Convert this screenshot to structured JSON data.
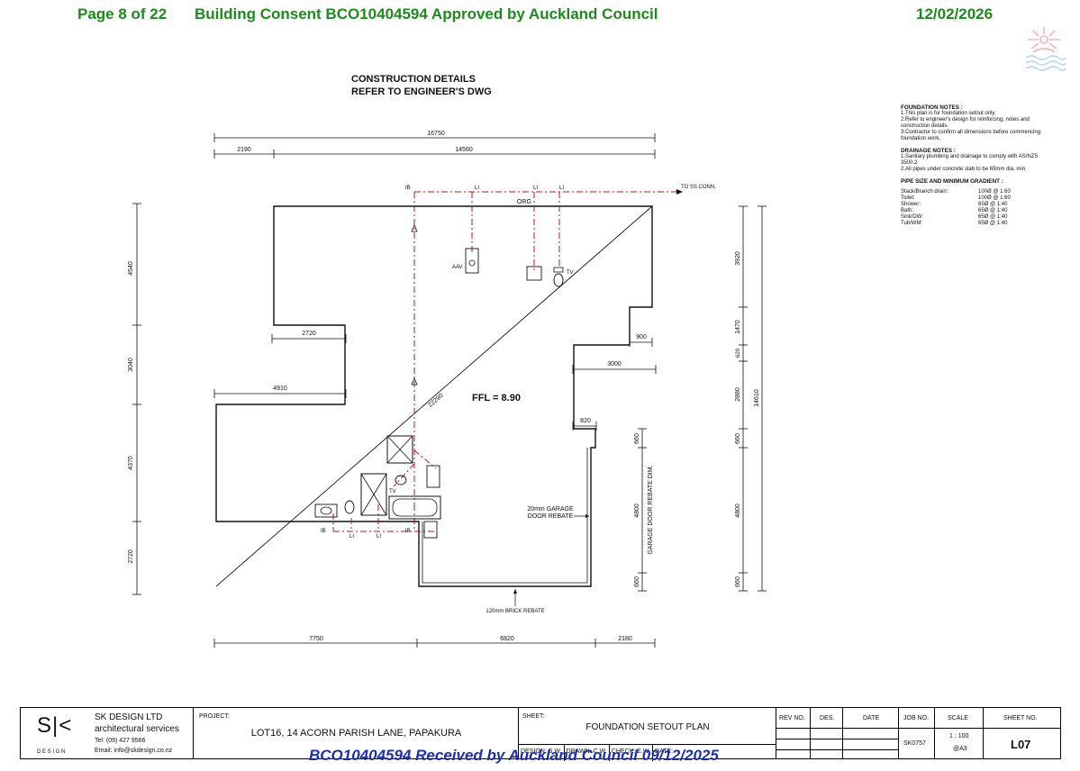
{
  "header": {
    "page": "Page 8 of 22",
    "consent": "Building Consent BCO10404594 Approved by Auckland Council",
    "date": "12/02/2026"
  },
  "stamp": "BCO10404594 Received by Auckland Council 09/12/2025",
  "construction_details": {
    "line1": "CONSTRUCTION DETAILS",
    "line2": "REFER TO ENGINEER'S DWG"
  },
  "notes": {
    "foundation_title": "FOUNDATION NOTES :",
    "foundation_1": "1.This plan is for foundation setout only.",
    "foundation_2": "2.Refer to engineer's design for reinforcing, notes and construction details.",
    "foundation_3": "3.Contractor to confirm all dimensions before commencing foundation work.",
    "drainage_title": "DRAINAGE NOTES :",
    "drainage_1": "1.Sanitary plumbing and drainage to comply with AS/NZS 3500.2",
    "drainage_2": "2.All pipes under concrete slab to be 65mm dia. min",
    "pipe_title": "PIPE SIZE AND MINIMUM GRADIENT :",
    "gradients": [
      {
        "item": "Stack/Branch drain:",
        "value": "100Ø @ 1:60"
      },
      {
        "item": "Toilet:",
        "value": "100Ø @ 1:60"
      },
      {
        "item": "Shower:",
        "value": "65Ø @ 1:40"
      },
      {
        "item": "Bath:",
        "value": "65Ø @ 1:40"
      },
      {
        "item": "Sink/DW:",
        "value": "65Ø @ 1:40"
      },
      {
        "item": "Tub/WM:",
        "value": "65Ø @ 1:40"
      }
    ]
  },
  "plan": {
    "dim_top_overall": "16750",
    "dim_top_left": "2190",
    "dim_top_right": "14560",
    "dim_left_1": "4540",
    "dim_left_2": "3040",
    "dim_left_3": "4370",
    "dim_left_4": "2720",
    "dim_2720": "2720",
    "dim_4910": "4910",
    "dim_900": "900",
    "dim_3000": "3000",
    "dim_820": "820",
    "dim_diag": "22290",
    "ffl": "FFL = 8.90",
    "dim_right_1": "3920",
    "dim_right_2": "1470",
    "dim_right_3": "620",
    "dim_right_4": "2880",
    "dim_right_5": "660",
    "dim_right_6": "4800",
    "dim_right_7": "660",
    "dim_right_overall": "14610",
    "dim_garage_1": "660",
    "dim_garage_2": "4800",
    "dim_garage_3": "660",
    "garage_door_rebate_dim": "GARAGE DOOR REBATE DIM.",
    "garage_rebate_1": "20mm GARAGE",
    "garage_rebate_2": "DOOR REBATE",
    "brick_rebate": "120mm BRICK REBATE",
    "dim_bottom_1": "7750",
    "dim_bottom_2": "6820",
    "dim_bottom_3": "2180",
    "to_ss_conn": "TO SS CONN.",
    "org": "ORG",
    "aav": "AAV",
    "tv_1": "TV",
    "tv_2": "TV",
    "ib_top": "IB",
    "li_1": "LI",
    "li_2": "LI",
    "li_3": "LI",
    "ib_b1": "IB",
    "li_b1": "LI",
    "li_b2": "LI",
    "ib_b2": "IB"
  },
  "title_block": {
    "company": "SK DESIGN LTD",
    "subtitle": "architectural services",
    "tel": "Tel: (09) 427 9566",
    "email": "Email: info@skdesign.co.nz",
    "logo_letters": "S|<",
    "logo_design": "D E S I G N",
    "project_label": "PROJECT:",
    "project": "LOT16, 14 ACORN PARISH LANE, PAPAKURA",
    "sheet_label": "SHEET:",
    "sheet_title": "FOUNDATION SETOUT PLAN",
    "design_label": "DESIGN: S.W.",
    "drawn_label": "DRAWN: C.W.",
    "check_label": "CHECK: E.W.",
    "date_label": "DATE:",
    "rev_no": "REV NO.",
    "des": "DES.",
    "date_col": "DATE",
    "job_no_label": "JOB NO.",
    "job_no": "SK0757",
    "scale_label": "SCALE",
    "scale": "1 : 100",
    "scale_sheet": "@A3",
    "sheet_no_label": "SHEET NO.",
    "sheet_no": "L07"
  }
}
